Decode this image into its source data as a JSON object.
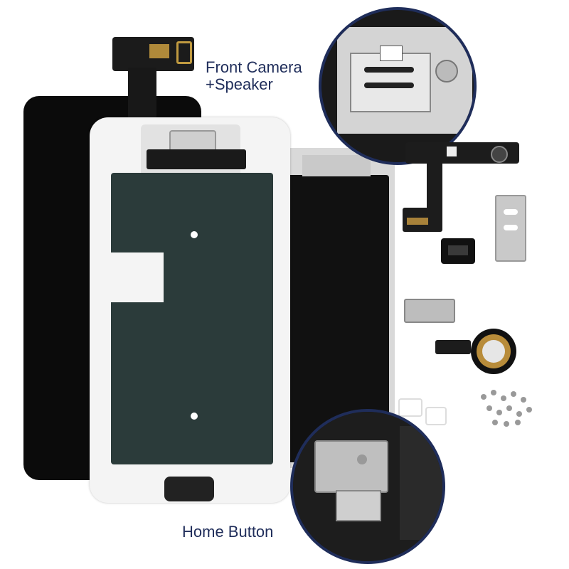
{
  "labels": {
    "front_camera_line1": "Front Camera",
    "front_camera_line2": "+Speaker",
    "home_button": "Home Button"
  },
  "colors": {
    "label_text": "#1f2d5a",
    "circle_border": "#1f2d5a",
    "screen_black": "#0b0b0b",
    "frame_white": "#f4f4f4",
    "lcd_backplate": "#2b3b3a",
    "metal_plate": "#d8d8d8"
  },
  "parts": [
    "front-camera-flex-cable",
    "ear-speaker",
    "speaker-bracket",
    "camera-bracket",
    "home-button-bracket",
    "home-button-flex",
    "screws"
  ]
}
